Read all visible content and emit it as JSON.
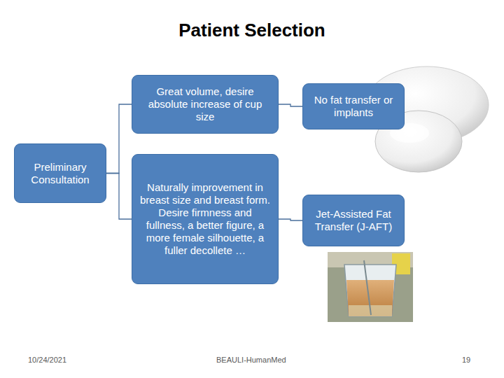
{
  "diagram": {
    "title": "Patient Selection",
    "nodes": [
      {
        "text": [
          "Preliminary Consultation"
        ]
      },
      {
        "text": [
          "Great volume, desire absolute increase of cup size"
        ]
      },
      {
        "text": [
          "Naturally improvement in breast size and breast form. Desire firmness and fullness, a better figure, a more female silhouette, a fuller decollete …"
        ]
      },
      {
        "text": [
          "No fat transfer or implants"
        ]
      },
      {
        "text": [
          "Jet-Assisted Fat Transfer (J-AFT)"
        ]
      }
    ],
    "edges": [
      {
        "from": 0,
        "to": 1,
        "arrow": "none"
      },
      {
        "from": 0,
        "to": 2,
        "arrow": "none"
      },
      {
        "from": 1,
        "to": 3,
        "arrow": "none"
      },
      {
        "from": 2,
        "to": 4,
        "arrow": "none"
      }
    ],
    "labels": [
      "10/24/2021",
      "BEAULI-HumanMed",
      "19"
    ]
  }
}
